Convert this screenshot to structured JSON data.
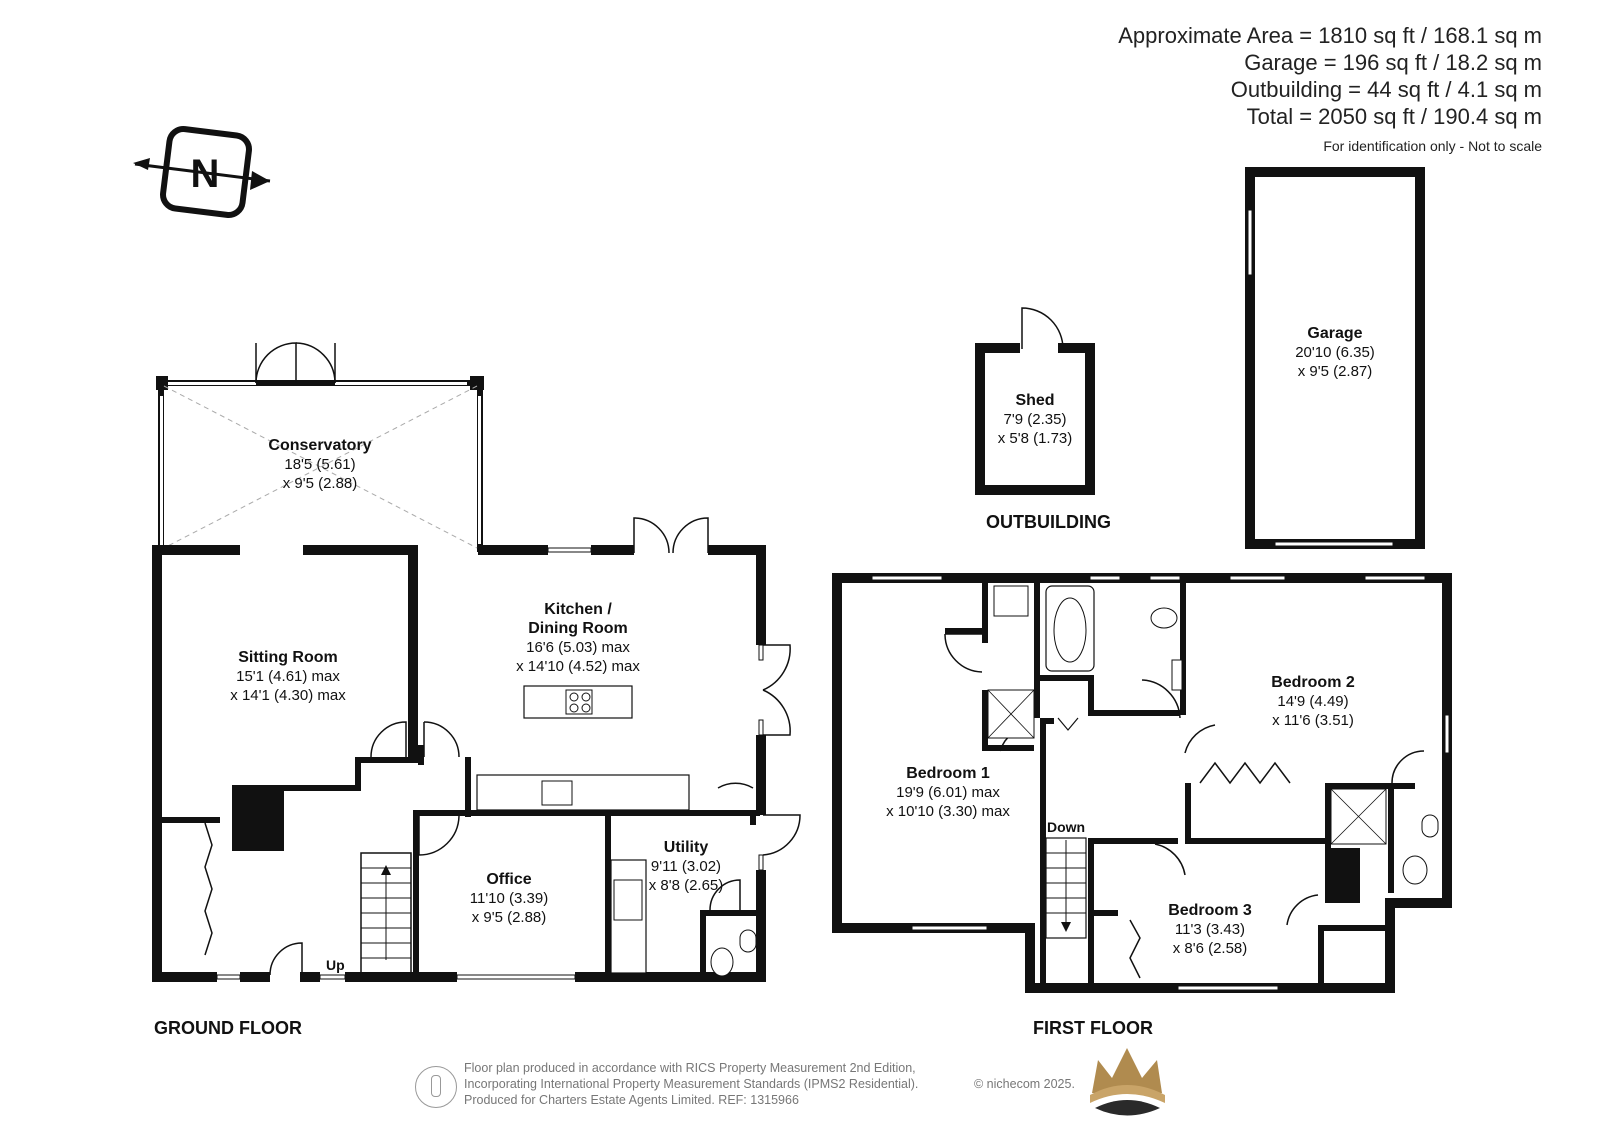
{
  "areas": {
    "approximate": "Approximate Area = 1810 sq ft / 168.1 sq m",
    "garage": "Garage = 196 sq ft / 18.2 sq m",
    "outbuilding": "Outbuilding = 44 sq ft / 4.1 sq m",
    "total": "Total = 2050 sq ft / 190.4 sq m",
    "note": "For identification only - Not to scale"
  },
  "compass": {
    "letter": "N"
  },
  "floors": {
    "ground": "GROUND FLOOR",
    "first": "FIRST FLOOR",
    "outbuilding": "OUTBUILDING"
  },
  "rooms": {
    "conservatory": {
      "name": "Conservatory",
      "dim1": "18'5 (5.61)",
      "dim2": "x 9'5 (2.88)"
    },
    "sitting": {
      "name": "Sitting Room",
      "dim1": "15'1 (4.61) max",
      "dim2": "x 14'1 (4.30) max"
    },
    "kitchen": {
      "name1": "Kitchen /",
      "name2": "Dining Room",
      "dim1": "16'6 (5.03) max",
      "dim2": "x 14'10 (4.52) max"
    },
    "office": {
      "name": "Office",
      "dim1": "11'10 (3.39)",
      "dim2": "x 9'5 (2.88)"
    },
    "utility": {
      "name": "Utility",
      "dim1": "9'11 (3.02)",
      "dim2": "x 8'8 (2.65)"
    },
    "shed": {
      "name": "Shed",
      "dim1": "7'9 (2.35)",
      "dim2": "x 5'8 (1.73)"
    },
    "garage": {
      "name": "Garage",
      "dim1": "20'10 (6.35)",
      "dim2": "x 9'5 (2.87)"
    },
    "bedroom1": {
      "name": "Bedroom 1",
      "dim1": "19'9 (6.01) max",
      "dim2": "x 10'10 (3.30) max"
    },
    "bedroom2": {
      "name": "Bedroom 2",
      "dim1": "14'9 (4.49)",
      "dim2": "x 11'6 (3.51)"
    },
    "bedroom3": {
      "name": "Bedroom 3",
      "dim1": "11'3 (3.43)",
      "dim2": "x 8'6 (2.58)"
    }
  },
  "stairs": {
    "up": "Up",
    "down": "Down"
  },
  "footer": {
    "line1": "Floor plan produced in accordance with RICS Property Measurement 2nd Edition,",
    "line2": "Incorporating International Property Measurement Standards (IPMS2 Residential).",
    "line3": "Produced for Charters Estate Agents Limited.   REF: 1315966",
    "copyright": "© nichecom 2025."
  },
  "colors": {
    "wall": "#111111",
    "window": "#ffffff",
    "logo_gold": "#b08b4f",
    "logo_dark": "#2a2a2a"
  }
}
